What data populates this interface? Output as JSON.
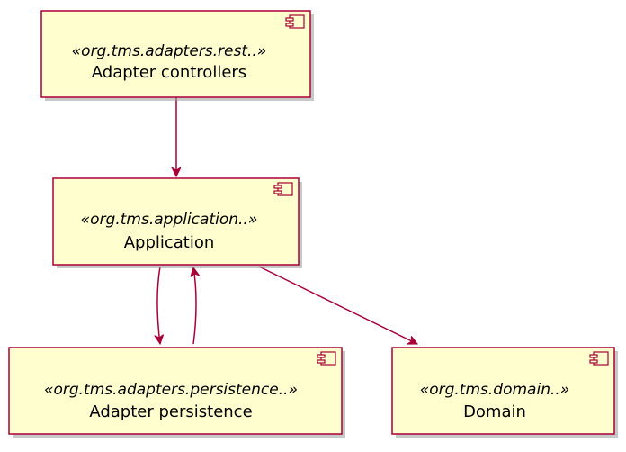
{
  "diagram": {
    "components": [
      {
        "id": "controllers",
        "stereotype": "«org.tms.adapters.rest..»",
        "name": "Adapter controllers"
      },
      {
        "id": "application",
        "stereotype": "«org.tms.application..»",
        "name": "Application"
      },
      {
        "id": "persistence",
        "stereotype": "«org.tms.adapters.persistence..»",
        "name": "Adapter persistence"
      },
      {
        "id": "domain",
        "stereotype": "«org.tms.domain..»",
        "name": "Domain"
      }
    ],
    "dependencies": [
      {
        "from": "controllers",
        "to": "application"
      },
      {
        "from": "application",
        "to": "persistence"
      },
      {
        "from": "persistence",
        "to": "application"
      },
      {
        "from": "application",
        "to": "domain"
      }
    ],
    "colors": {
      "node_fill": "#FEFECE",
      "node_border": "#A80036",
      "edge": "#A80036"
    }
  }
}
